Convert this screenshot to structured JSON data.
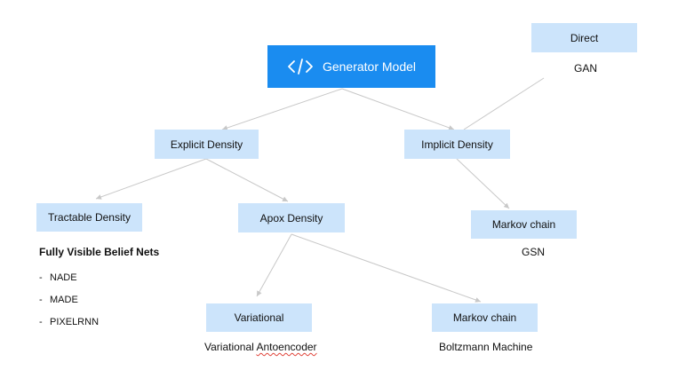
{
  "root": {
    "label": "Generator Model",
    "icon": "code-icon"
  },
  "nodes": {
    "explicit": "Explicit Density",
    "implicit": "Implicit Density",
    "direct": "Direct",
    "tractable": "Tractable Density",
    "apox": "Apox Density",
    "markov_top": "Markov chain",
    "variational": "Variational",
    "markov_bottom": "Markov chain"
  },
  "labels": {
    "gan": "GAN",
    "gsn": "GSN",
    "belief_heading": "Fully Visible Belief Nets",
    "variational_prefix": "Variational",
    "variational_misspelled": "Antoencoder",
    "boltzmann": "Boltzmann Machine"
  },
  "list": {
    "marker": "-",
    "items": [
      "NADE",
      "MADE",
      "PIXELRNN"
    ]
  },
  "colors": {
    "root_fill": "#1a8cf0",
    "node_fill": "#cce4fb",
    "edge": "#c8c8c8"
  }
}
